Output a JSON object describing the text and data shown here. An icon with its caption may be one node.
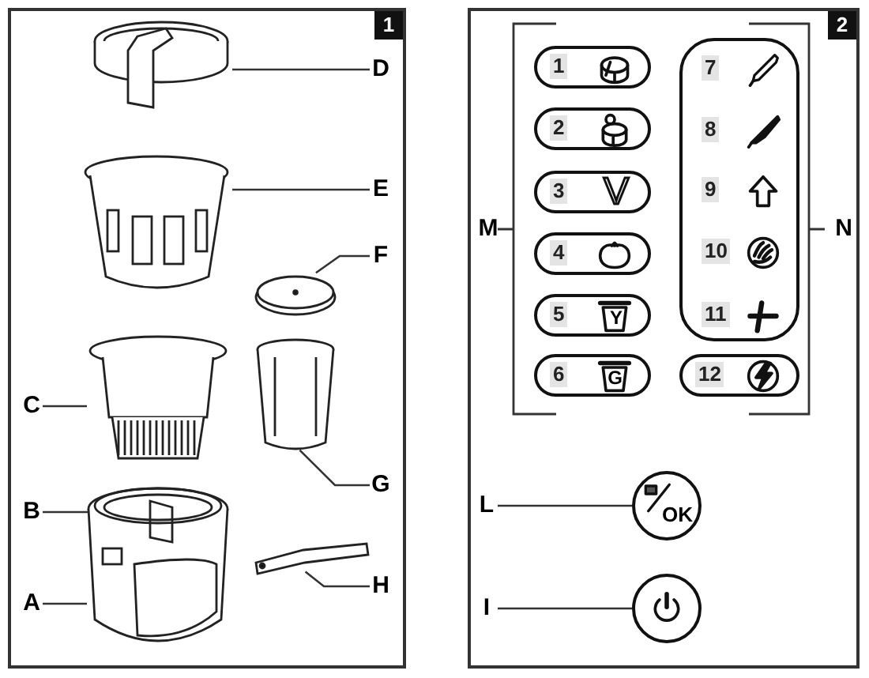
{
  "diagram": {
    "nodes": [
      {
        "text": [
          "1"
        ]
      },
      {
        "text": [
          "D"
        ],
        "in": 0
      },
      {
        "text": [],
        "shape": "picture",
        "in": 0
      },
      {
        "text": [
          "E"
        ],
        "in": 0
      },
      {
        "text": [],
        "shape": "picture",
        "in": 0
      },
      {
        "text": [
          "F"
        ],
        "in": 0
      },
      {
        "text": [],
        "shape": "picture",
        "in": 0
      },
      {
        "text": [
          "C"
        ],
        "in": 0
      },
      {
        "text": [],
        "shape": "picture",
        "in": 0
      },
      {
        "text": [
          "G"
        ],
        "in": 0
      },
      {
        "text": [],
        "shape": "picture",
        "in": 0
      },
      {
        "text": [
          "B"
        ],
        "in": 0
      },
      {
        "text": [
          "A"
        ],
        "in": 0
      },
      {
        "text": [],
        "shape": "picture",
        "in": 0
      },
      {
        "text": [],
        "shape": "picture",
        "in": 0
      },
      {
        "text": [
          "H"
        ],
        "in": 0
      },
      {
        "text": [],
        "shape": "picture",
        "in": 0
      },
      {
        "text": [
          "2"
        ]
      },
      {
        "text": [
          "1"
        ],
        "in": 17
      },
      {
        "text": [
          "2"
        ],
        "in": 17
      },
      {
        "text": [
          "3",
          "V"
        ],
        "in": 17
      },
      {
        "text": [
          "4"
        ],
        "in": 17
      },
      {
        "text": [
          "5",
          "Y"
        ],
        "in": 17
      },
      {
        "text": [
          "6",
          "G"
        ],
        "in": 17
      },
      {
        "text": [],
        "shape": "box",
        "in": 17
      },
      {
        "text": [
          "7"
        ],
        "in": 24
      },
      {
        "text": [
          "8"
        ],
        "in": 24
      },
      {
        "text": [
          "9"
        ],
        "in": 24
      },
      {
        "text": [
          "10"
        ],
        "in": 24
      },
      {
        "text": [
          "11"
        ],
        "in": 24
      },
      {
        "text": [
          "12"
        ],
        "in": 17
      },
      {
        "text": [
          "L"
        ],
        "in": 17
      },
      {
        "text": [
          "OK"
        ],
        "in": 17
      },
      {
        "text": [
          "I"
        ],
        "in": 17
      },
      {
        "text": [],
        "shape": "circle",
        "in": 17
      }
    ],
    "edges": [
      {
        "from": 1,
        "to": 2,
        "arrow": "none"
      },
      {
        "from": 3,
        "to": 4,
        "arrow": "none"
      },
      {
        "from": 5,
        "to": 6,
        "arrow": "none"
      },
      {
        "from": 7,
        "to": 8,
        "arrow": "none"
      },
      {
        "from": 9,
        "to": 10,
        "arrow": "none"
      },
      {
        "from": 11,
        "to": 14,
        "arrow": "none"
      },
      {
        "from": 12,
        "to": 13,
        "arrow": "none"
      },
      {
        "from": 15,
        "to": 16,
        "arrow": "none"
      },
      {
        "from": 31,
        "to": 32,
        "arrow": "none"
      },
      {
        "from": 33,
        "to": 34,
        "arrow": "none"
      }
    ],
    "labels": [
      "M",
      "N"
    ]
  }
}
